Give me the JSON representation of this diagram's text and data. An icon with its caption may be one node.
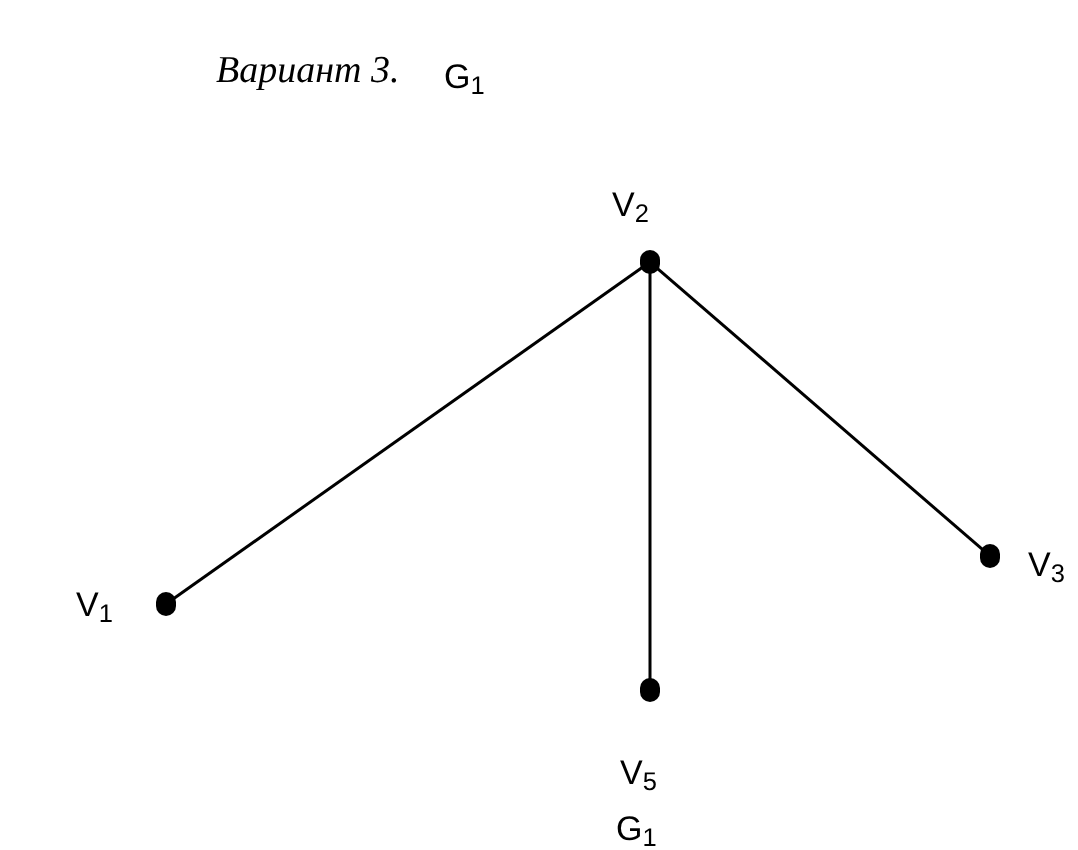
{
  "diagram": {
    "title": "Вариант 3.",
    "nodes": [
      {
        "text": [],
        "shape": "circle",
        "beside": [
          "V$_{2}$"
        ]
      },
      {
        "text": [],
        "shape": "circle",
        "beside": [
          "V$_{1}$"
        ]
      },
      {
        "text": [],
        "shape": "circle",
        "beside": [
          "V$_{3}$"
        ]
      },
      {
        "text": [],
        "shape": "circle",
        "beside": [
          "V$_{5}$"
        ]
      }
    ],
    "edges": [
      {
        "from": 0,
        "to": 1,
        "arrow": "none"
      },
      {
        "from": 0,
        "to": 3,
        "arrow": "none"
      },
      {
        "from": 0,
        "to": 2,
        "arrow": "none"
      }
    ],
    "labels": [
      "G$_{1}$",
      "G$_{1}$"
    ]
  }
}
